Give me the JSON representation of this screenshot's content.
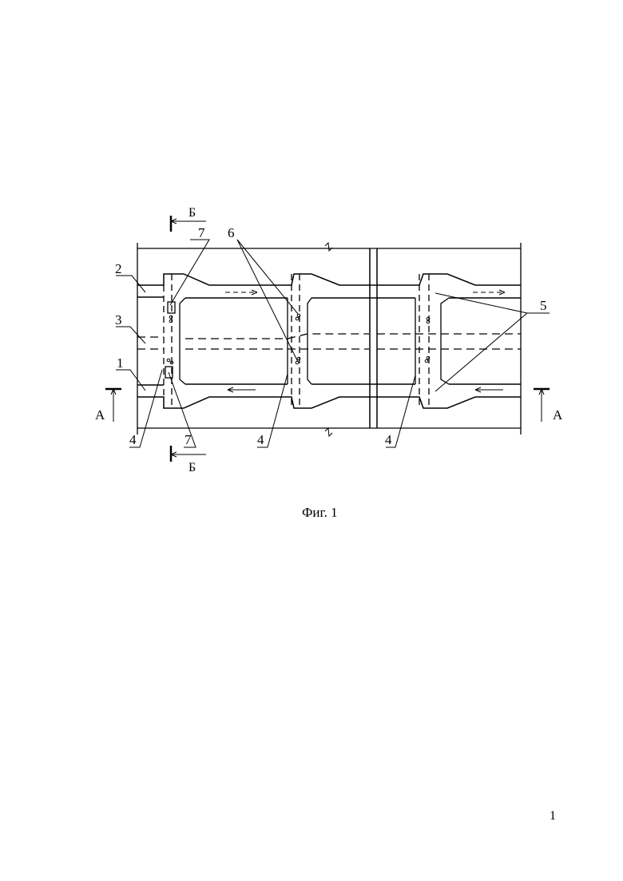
{
  "figure": {
    "caption": "Фиг. 1",
    "page_number": "1",
    "section_marks": {
      "b": "Б",
      "a": "А"
    },
    "labels": {
      "l1": "1",
      "l2": "2",
      "l3": "3",
      "l4a": "4",
      "l4b": "4",
      "l4c": "4",
      "l5": "5",
      "l6": "6",
      "l7top": "7",
      "l7bot": "7"
    }
  }
}
